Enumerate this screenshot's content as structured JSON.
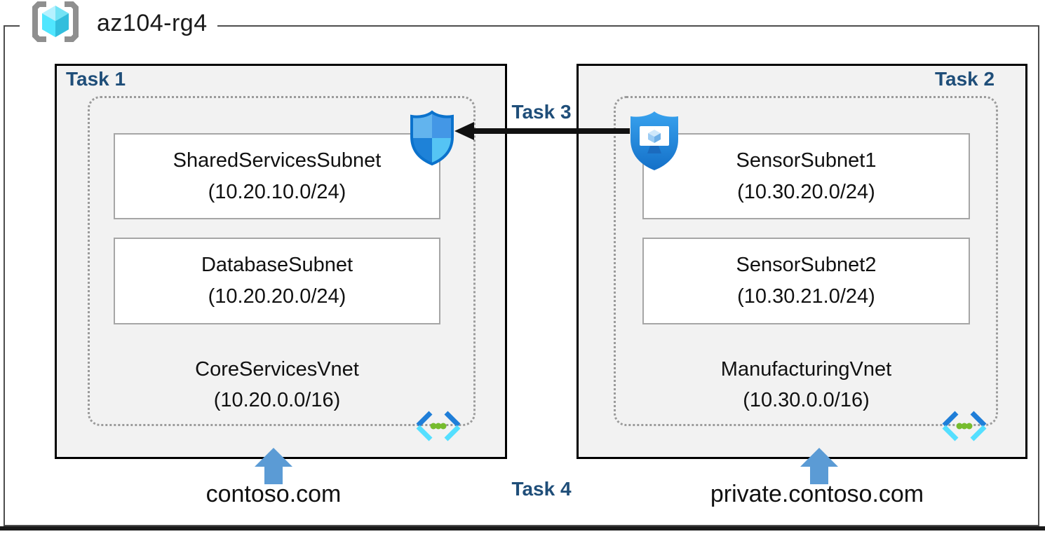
{
  "header": {
    "resource_group": "az104-rg4"
  },
  "tasks": {
    "task1": "Task 1",
    "task2": "Task 2",
    "task3": "Task 3",
    "task4": "Task 4"
  },
  "vnets": [
    {
      "task": "Task 1",
      "name": "CoreServicesVnet",
      "cidr": "(10.20.0.0/16)",
      "dns": "contoso.com",
      "subnets": [
        {
          "name": "SharedServicesSubnet",
          "cidr": "(10.20.10.0/24)"
        },
        {
          "name": "DatabaseSubnet",
          "cidr": "(10.20.20.0/24)"
        }
      ]
    },
    {
      "task": "Task 2",
      "name": "ManufacturingVnet",
      "cidr": "(10.30.0.0/16)",
      "dns": "private.contoso.com",
      "subnets": [
        {
          "name": "SensorSubnet1",
          "cidr": "(10.30.20.0/24)"
        },
        {
          "name": "SensorSubnet2",
          "cidr": "(10.30.21.0/24)"
        }
      ]
    }
  ],
  "icons": {
    "resource_group": "resource-group-icon",
    "network_security_group": "network-security-group-shield-icon",
    "bastion": "bastion-shield-monitor-icon",
    "virtual_network": "virtual-network-icon",
    "up_arrow": "up-arrow-icon",
    "peering_arrow": "left-arrow-icon"
  },
  "colors": {
    "task_label": "#1F4E79",
    "box_fill": "#F2F2F2",
    "box_border": "#000000",
    "dashed_border": "#9B9B9B",
    "subnet_border": "#A6A6A6",
    "blue_arrow": "#5B9BD5",
    "black_arrow": "#111111",
    "vnet_icon_blue": "#1F7ED8",
    "vnet_icon_cyan": "#54DFFF",
    "vnet_icon_green": "#76BC2D"
  }
}
